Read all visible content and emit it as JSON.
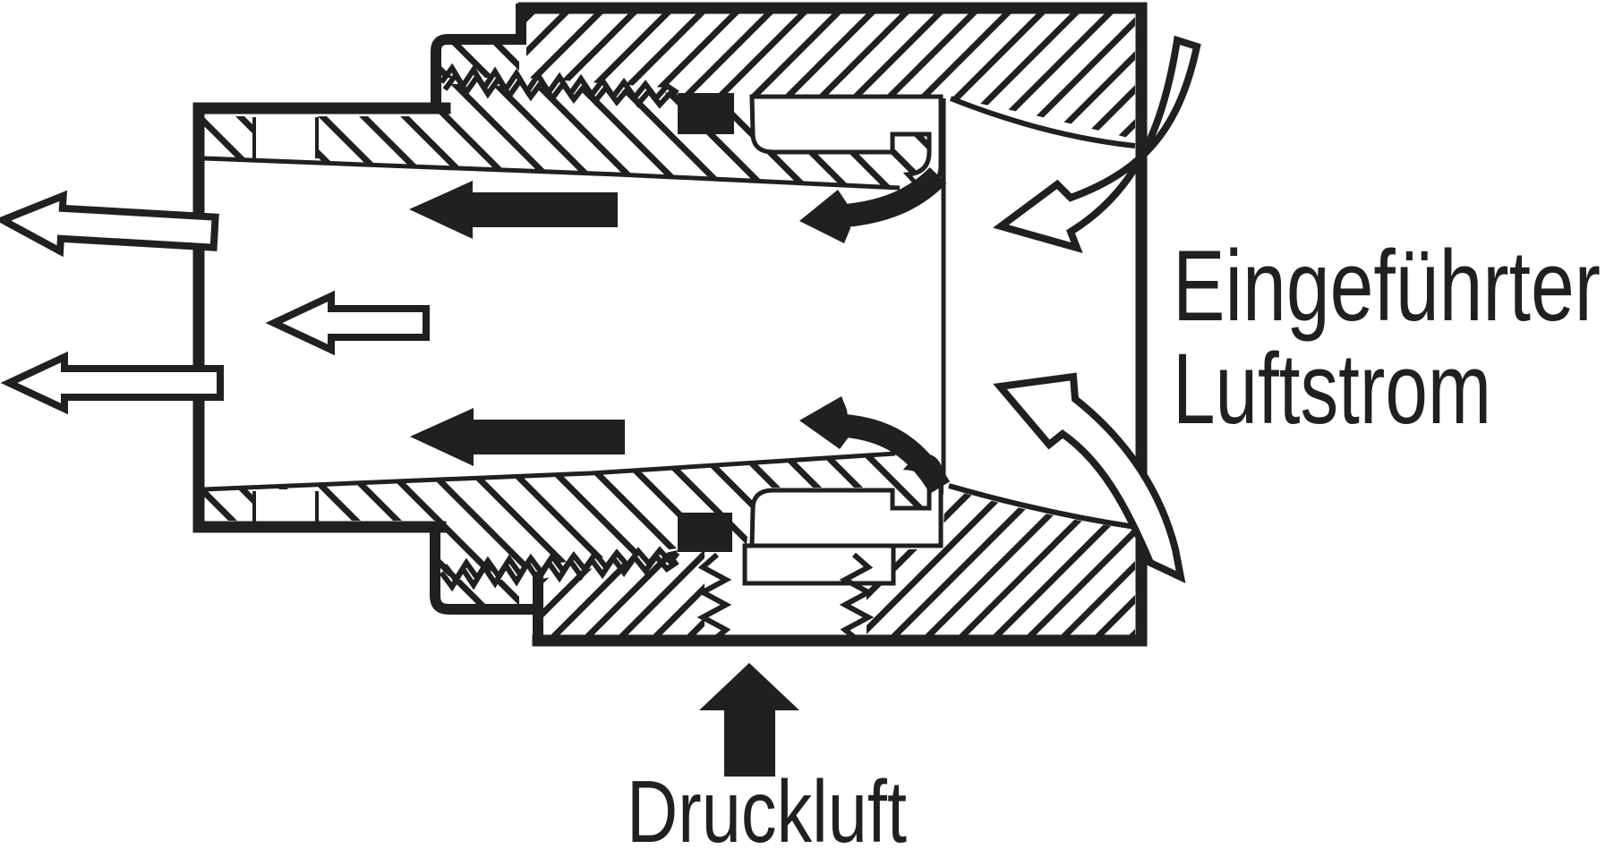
{
  "diagram": {
    "title_semantic": "air-amplifier-cross-section",
    "labels": {
      "intake_line1": "Eingeführter",
      "intake_line2": "Luftstrom",
      "pressure": "Druckluft"
    },
    "colors": {
      "ink": "#221f1f",
      "background": "#ffffff"
    },
    "flows": [
      {
        "name": "compressed-air-inlet",
        "label_ref": "pressure",
        "direction": "up-into-housing-bottom"
      },
      {
        "name": "entrained-air-inlet",
        "label_ref": "intake_line1",
        "direction": "curving-into-right-opening"
      },
      {
        "name": "nozzle-jet-top",
        "direction": "curving-left-out-of-top-annular-gap"
      },
      {
        "name": "nozzle-jet-bottom",
        "direction": "curving-left-out-of-bottom-annular-gap"
      },
      {
        "name": "amplified-stream-top",
        "direction": "left"
      },
      {
        "name": "amplified-stream-bottom",
        "direction": "left"
      },
      {
        "name": "core-stream",
        "direction": "left"
      },
      {
        "name": "outlet-stream-upper",
        "direction": "out-left-through-wall"
      },
      {
        "name": "outlet-stream-lower",
        "direction": "out-left-through-wall"
      }
    ]
  }
}
